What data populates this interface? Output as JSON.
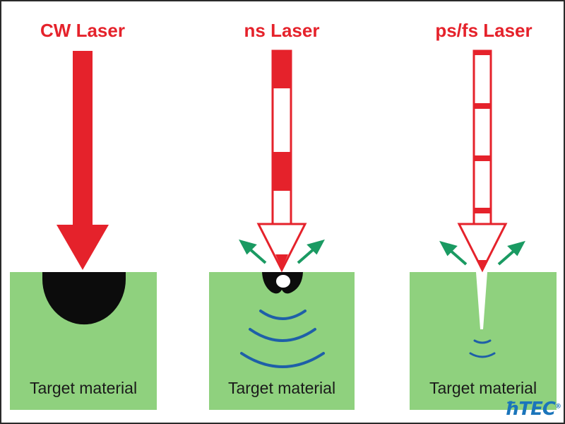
{
  "colors": {
    "laser_red": "#e5222b",
    "material_green": "#8fd17e",
    "crater_black": "#0c0c0c",
    "shockwave_blue": "#1e5fa8",
    "ejecta_green": "#1a9a62",
    "logo_blue": "#1b75bb"
  },
  "panels": [
    {
      "id": "cw",
      "title": "CW Laser",
      "material_label": "Target material"
    },
    {
      "id": "ns",
      "title": "ns Laser",
      "material_label": "Target material"
    },
    {
      "id": "psfs",
      "title": "ps/fs Laser",
      "material_label": "Target material"
    }
  ],
  "logo": {
    "text": "TEC"
  }
}
